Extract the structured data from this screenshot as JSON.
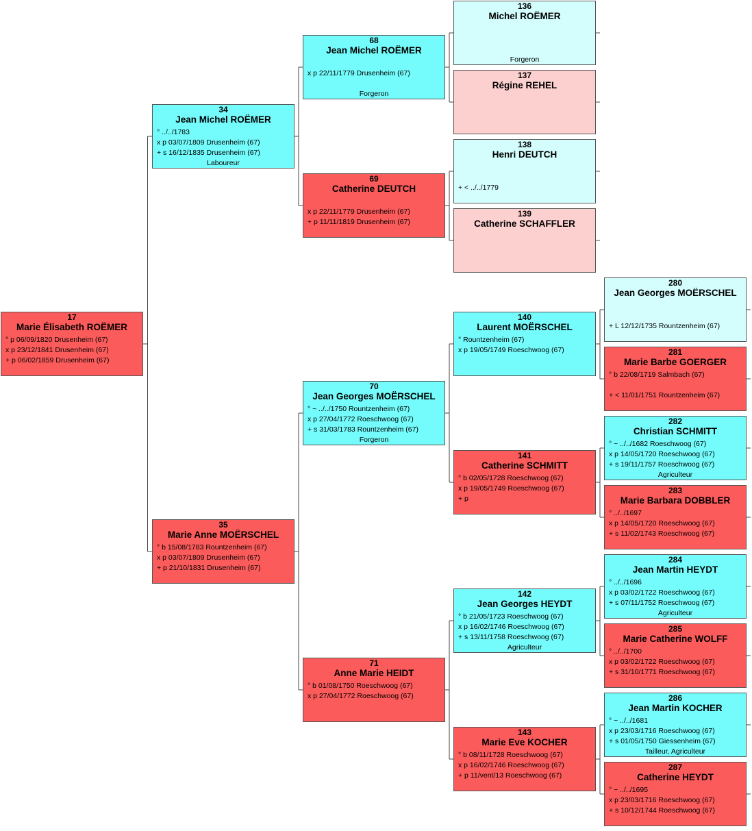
{
  "persons": [
    {
      "id": "17",
      "name": "Marie Élisabeth ROËMER",
      "type": "female",
      "lines": [
        "° p 06/09/1820 Drusenheim (67)",
        "x p 23/12/1841 Drusenheim (67)",
        "+ p 06/02/1859 Drusenheim (67)"
      ],
      "occupation": ""
    },
    {
      "id": "34",
      "name": "Jean Michel ROËMER",
      "type": "male",
      "lines": [
        "° ../../1783",
        "x p 03/07/1809 Drusenheim (67)",
        "+ s 16/12/1835 Drusenheim (67)"
      ],
      "occupation": "Laboureur"
    },
    {
      "id": "35",
      "name": "Marie Anne MOËRSCHEL",
      "type": "female",
      "lines": [
        "° b 15/08/1783 Rountzenheim (67)",
        "x p 03/07/1809 Drusenheim (67)",
        "+ p 21/10/1831 Drusenheim (67)"
      ],
      "occupation": ""
    },
    {
      "id": "68",
      "name": "Jean Michel ROËMER",
      "type": "male",
      "lines": [
        "",
        "x p 22/11/1779 Drusenheim (67)"
      ],
      "occupation": "Forgeron"
    },
    {
      "id": "69",
      "name": "Catherine DEUTCH",
      "type": "female",
      "lines": [
        "",
        "x p 22/11/1779 Drusenheim (67)",
        "+ p 11/11/1819 Drusenheim (67)"
      ],
      "occupation": ""
    },
    {
      "id": "70",
      "name": "Jean Georges MOËRSCHEL",
      "type": "male",
      "lines": [
        "° ~ ../../1750 Rountzenheim (67)",
        "x p 27/04/1772 Roeschwoog (67)",
        "+ s 31/03/1783 Rountzenheim (67)"
      ],
      "occupation": "Forgeron"
    },
    {
      "id": "71",
      "name": "Anne Marie HEIDT",
      "type": "female",
      "lines": [
        "° b 01/08/1750 Roeschwoog (67)",
        "x p 27/04/1772 Roeschwoog (67)"
      ],
      "occupation": ""
    },
    {
      "id": "136",
      "name": "Michel ROËMER",
      "type": "male-light",
      "lines": [],
      "occupation": "Forgeron"
    },
    {
      "id": "137",
      "name": "Régine REHEL",
      "type": "female-light",
      "lines": [],
      "occupation": ""
    },
    {
      "id": "138",
      "name": "Henri DEUTCH",
      "type": "male-light",
      "lines": [
        "",
        "",
        "+ < ../../1779"
      ],
      "occupation": ""
    },
    {
      "id": "139",
      "name": "Catherine SCHAFFLER",
      "type": "female-light",
      "lines": [],
      "occupation": ""
    },
    {
      "id": "140",
      "name": "Laurent MOËRSCHEL",
      "type": "male",
      "lines": [
        "° Rountzenheim (67)",
        "x p 19/05/1749 Roeschwoog (67)"
      ],
      "occupation": ""
    },
    {
      "id": "141",
      "name": "Catherine SCHMITT",
      "type": "female",
      "lines": [
        "° b 02/05/1728 Roeschwoog (67)",
        "x p 19/05/1749 Roeschwoog (67)",
        "+ p"
      ],
      "occupation": ""
    },
    {
      "id": "142",
      "name": "Jean Georges HEYDT",
      "type": "male",
      "lines": [
        "° b 21/05/1723 Roeschwoog (67)",
        "x p 16/02/1746 Roeschwoog (67)",
        "+ s 13/11/1758 Roeschwoog (67)"
      ],
      "occupation": "Agriculteur"
    },
    {
      "id": "143",
      "name": "Marie Eve KOCHER",
      "type": "female",
      "lines": [
        "° b 08/11/1728 Roeschwoog (67)",
        "x p 16/02/1746 Roeschwoog (67)",
        "+ p 11/vent/13 Roeschwoog (67)"
      ],
      "occupation": ""
    },
    {
      "id": "280",
      "name": "Jean Georges MOËRSCHEL",
      "type": "male-light",
      "lines": [
        "",
        "",
        "+ L 12/12/1735 Rountzenheim (67)"
      ],
      "occupation": ""
    },
    {
      "id": "281",
      "name": "Marie Barbe GOERGER",
      "type": "female",
      "lines": [
        "° b 22/08/1719 Salmbach (67)",
        "",
        "+ < 11/01/1751 Rountzenheim (67)"
      ],
      "occupation": ""
    },
    {
      "id": "282",
      "name": "Christian SCHMITT",
      "type": "male",
      "lines": [
        "° ~ ../../1682 Roeschwoog (67)",
        "x p 14/05/1720 Roeschwoog (67)",
        "+ s 19/11/1757 Roeschwoog (67)"
      ],
      "occupation": "Agriculteur"
    },
    {
      "id": "283",
      "name": "Marie Barbara DOBBLER",
      "type": "female",
      "lines": [
        "° ../../1697",
        "x p 14/05/1720 Roeschwoog (67)",
        "+ s 11/02/1743 Roeschwoog (67)"
      ],
      "occupation": ""
    },
    {
      "id": "284",
      "name": "Jean Martin HEYDT",
      "type": "male",
      "lines": [
        "° ../../1696",
        "x p 03/02/1722 Roeschwoog (67)",
        "+ s 07/11/1752 Roeschwoog (67)"
      ],
      "occupation": "Agriculteur"
    },
    {
      "id": "285",
      "name": "Marie Catherine WOLFF",
      "type": "female",
      "lines": [
        "° ../../1700",
        "x p 03/02/1722 Roeschwoog (67)",
        "+ s 31/10/1771 Roeschwoog (67)"
      ],
      "occupation": ""
    },
    {
      "id": "286",
      "name": "Jean Martin KOCHER",
      "type": "male",
      "lines": [
        "° ~ ../../1681",
        "x p 23/03/1716 Roeschwoog (67)",
        "+ s 01/05/1750 Giessenheim (67)"
      ],
      "occupation": "Tailleur, Agriculteur"
    },
    {
      "id": "287",
      "name": "Catherine HEYDT",
      "type": "female",
      "lines": [
        "° ~ ../../1695",
        "x p 23/03/1716 Roeschwoog (67)",
        "+ s 10/12/1744 Roeschwoog (67)"
      ],
      "occupation": ""
    }
  ]
}
